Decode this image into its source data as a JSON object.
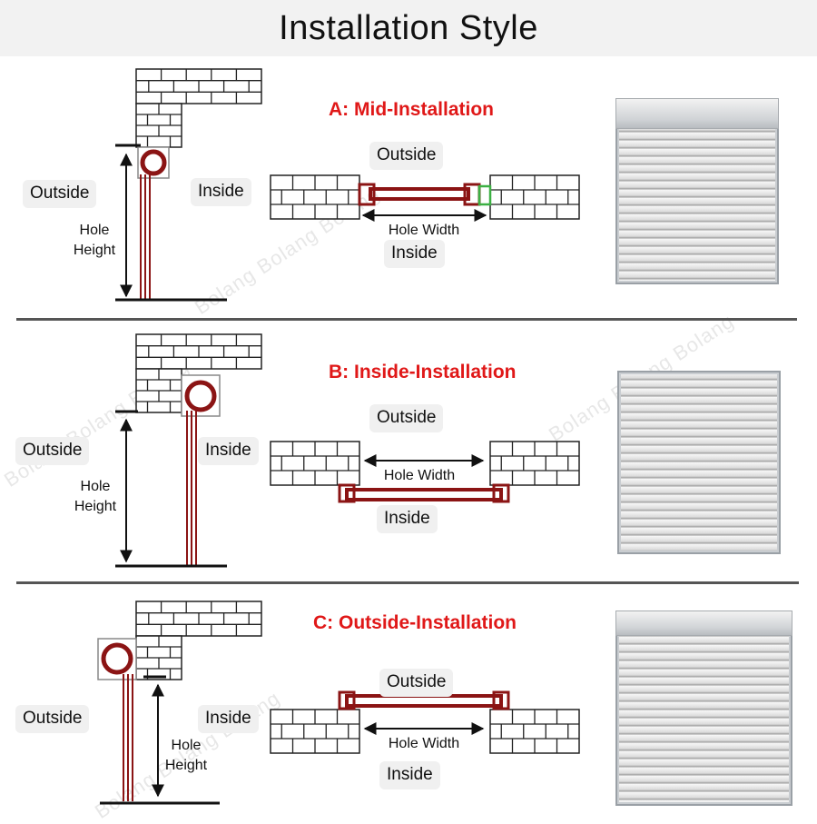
{
  "header": {
    "title": "Installation Style"
  },
  "watermark": "Bolang Bolang Bolang",
  "colors": {
    "title_red": "#e01818",
    "profile_red": "#8b1414",
    "divider": "#555555",
    "header_bg": "#f2f2f2"
  },
  "sections": [
    {
      "title": "A: Mid-Installation",
      "side_outside": "Outside",
      "side_inside": "Inside",
      "hole_height": [
        "Hole",
        "Height"
      ],
      "top_outside": "Outside",
      "hole_width": "Hole Width",
      "bottom_inside": "Inside"
    },
    {
      "title": "B: Inside-Installation",
      "side_outside": "Outside",
      "side_inside": "Inside",
      "hole_height": [
        "Hole",
        "Height"
      ],
      "top_outside": "Outside",
      "hole_width": "Hole Width",
      "bottom_inside": "Inside"
    },
    {
      "title": "C: Outside-Installation",
      "side_outside": "Outside",
      "side_inside": "Inside",
      "hole_height": [
        "Hole",
        "Height"
      ],
      "top_outside": "Outside",
      "hole_width": "Hole Width",
      "bottom_inside": "Inside"
    }
  ]
}
